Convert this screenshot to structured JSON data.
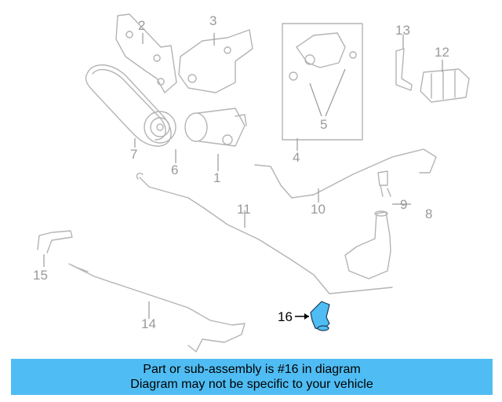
{
  "diagram": {
    "callouts": {
      "c1": "1",
      "c2": "2",
      "c3": "3",
      "c4": "4",
      "c5": "5",
      "c6": "6",
      "c7": "7",
      "c8": "8",
      "c9": "9",
      "c10": "10",
      "c11": "11",
      "c12": "12",
      "c13": "13",
      "c14": "14",
      "c15": "15"
    },
    "highlighted_part": {
      "number": "16",
      "color": "#4fbdf3"
    }
  },
  "banner": {
    "line1": "Part or sub-assembly is #16 in diagram",
    "line2": "Diagram may not be specific to your vehicle",
    "color": "#4fbdf3"
  }
}
